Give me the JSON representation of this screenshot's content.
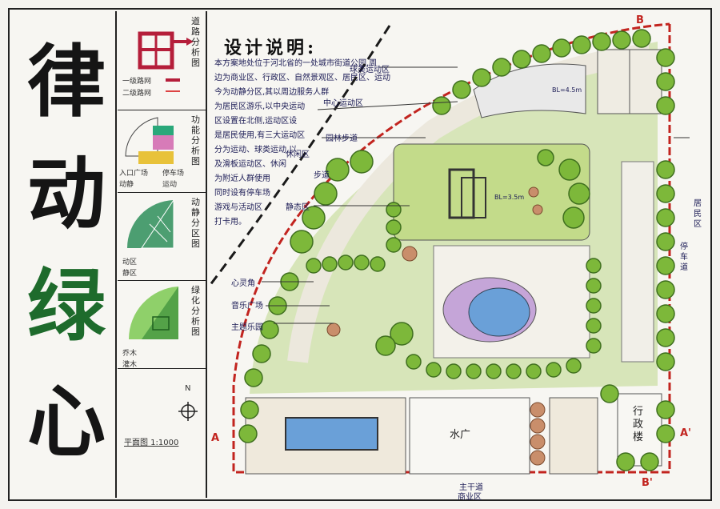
{
  "title": [
    "律",
    "动",
    "绿",
    "心"
  ],
  "diagrams": [
    {
      "label": "道路分析图",
      "notes": [
        "一级路网",
        "二级路网"
      ]
    },
    {
      "label": "功能分析图",
      "notes": [
        "入口广场",
        "停车场",
        "动静",
        "运动"
      ]
    },
    {
      "label": "动静分区图",
      "notes": [
        "动区",
        "静区"
      ]
    },
    {
      "label": "绿化分析图",
      "notes": [
        "乔木",
        "灌木"
      ]
    }
  ],
  "design_title": "设计说明:",
  "description": [
    "本方案地处位于河北省的一处城市街道公园,周",
    "边为商业区、行政区、自然景观区、居民区、运动",
    "今为动静分区,其以周边服务人群",
    "为居民区游乐,以中央运动",
    "区设置在北侧,运动区设",
    "是居民使用,有三大运动区",
    "分为运动、球类运动,以",
    "及滑板运动区、休闲",
    "为附近人群使用",
    "同时设有停车场",
    "游戏与活动区",
    "打卡用。"
  ],
  "scale_label": "平面图 1:1000",
  "north_label": "N",
  "section_marks": {
    "a": "A",
    "a_prime": "A'",
    "b": "B",
    "b_prime": "B'"
  },
  "plan_labels": {
    "ball_zone": "球类运动区",
    "central_zone": "中心运动区",
    "path": "园林步道",
    "rest_zone": "休闲区",
    "road": "步道",
    "quiet_zone": "静态区",
    "heart": "心灵角",
    "water": "音乐广场",
    "playground": "主题乐园",
    "elevation": "BL=3.5m",
    "elevation2": "BL=4.5m",
    "residential": "居民区",
    "parking_road": "停车道",
    "admin": "行政楼",
    "square": "水广",
    "south_road": "主干道",
    "commercial": "商业区"
  },
  "colors": {
    "tree": "#7db83a",
    "tree_dark": "#3f6f1f",
    "lawn": "#c9dca0",
    "boundary": "#c2241f",
    "path_dash": "#1a1a1a",
    "water": "#6aa0d8",
    "plaza": "#efe9dc"
  }
}
